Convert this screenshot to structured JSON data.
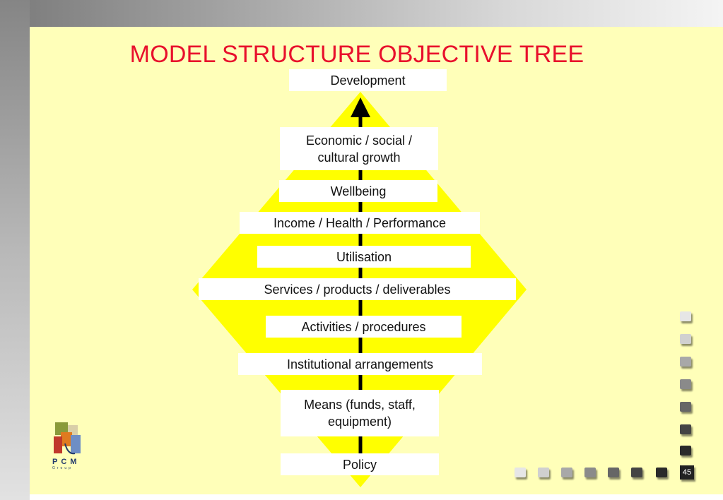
{
  "title": "MODEL STRUCTURE OBJECTIVE TREE",
  "levels": [
    {
      "label": "Development"
    },
    {
      "label": "Economic / social / cultural growth"
    },
    {
      "label": "Wellbeing"
    },
    {
      "label": "Income / Health / Performance"
    },
    {
      "label": "Utilisation"
    },
    {
      "label": "Services / products / deliverables"
    },
    {
      "label": "Activities / procedures"
    },
    {
      "label": "Institutional arrangements"
    },
    {
      "label": "Means (funds, staff, equipment)"
    },
    {
      "label": "Policy"
    }
  ],
  "colors": {
    "background": "#ffffb9",
    "diamond": "#ffff00",
    "title": "#e8102c",
    "arrow": "#000000"
  },
  "logo": {
    "text": "PCM",
    "subtext": "Group"
  },
  "page_number": "45"
}
